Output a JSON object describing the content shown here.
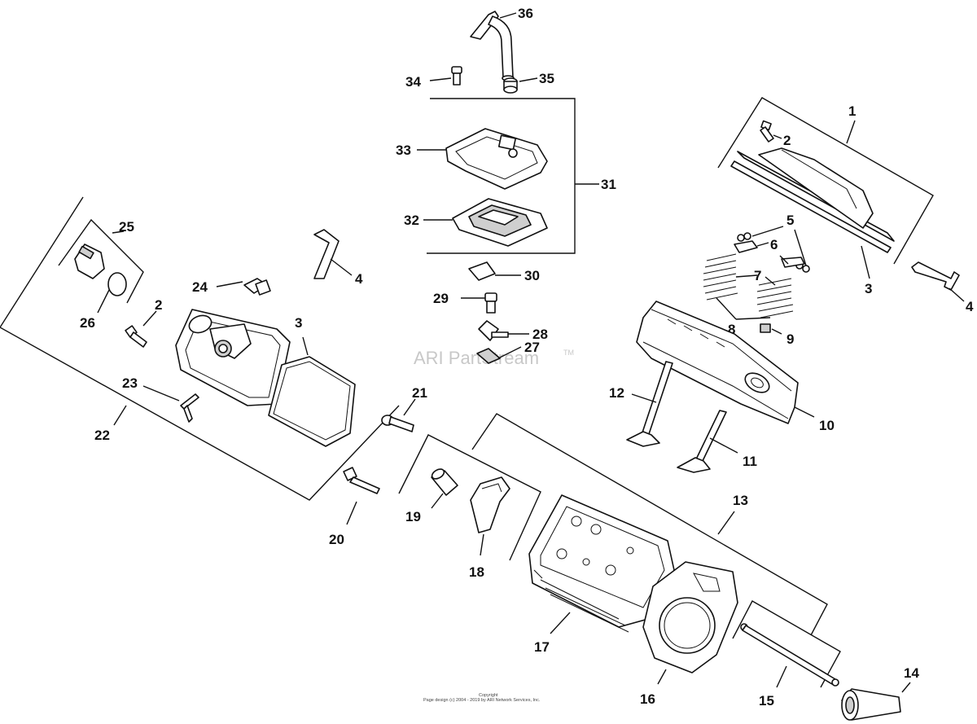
{
  "watermark": {
    "text": "ARI PartStream",
    "tm": "TM"
  },
  "copyright": {
    "line1": "Copyright",
    "line2": "Page design (c) 2004 - 2019 by ARI Network Services, Inc."
  },
  "callouts": {
    "c1": "1",
    "c2a": "2",
    "c2b": "2",
    "c3a": "3",
    "c3b": "3",
    "c4a": "4",
    "c4b": "4",
    "c5": "5",
    "c6": "6",
    "c7": "7",
    "c8": "8",
    "c9": "9",
    "c10": "10",
    "c11": "11",
    "c12": "12",
    "c13": "13",
    "c14": "14",
    "c15": "15",
    "c16": "16",
    "c17": "17",
    "c18": "18",
    "c19": "19",
    "c20": "20",
    "c21": "21",
    "c22": "22",
    "c23": "23",
    "c24": "24",
    "c25": "25",
    "c26": "26",
    "c27": "27",
    "c28": "28",
    "c29": "29",
    "c30": "30",
    "c31": "31",
    "c32": "32",
    "c33": "33",
    "c34": "34",
    "c35": "35",
    "c36": "36"
  }
}
